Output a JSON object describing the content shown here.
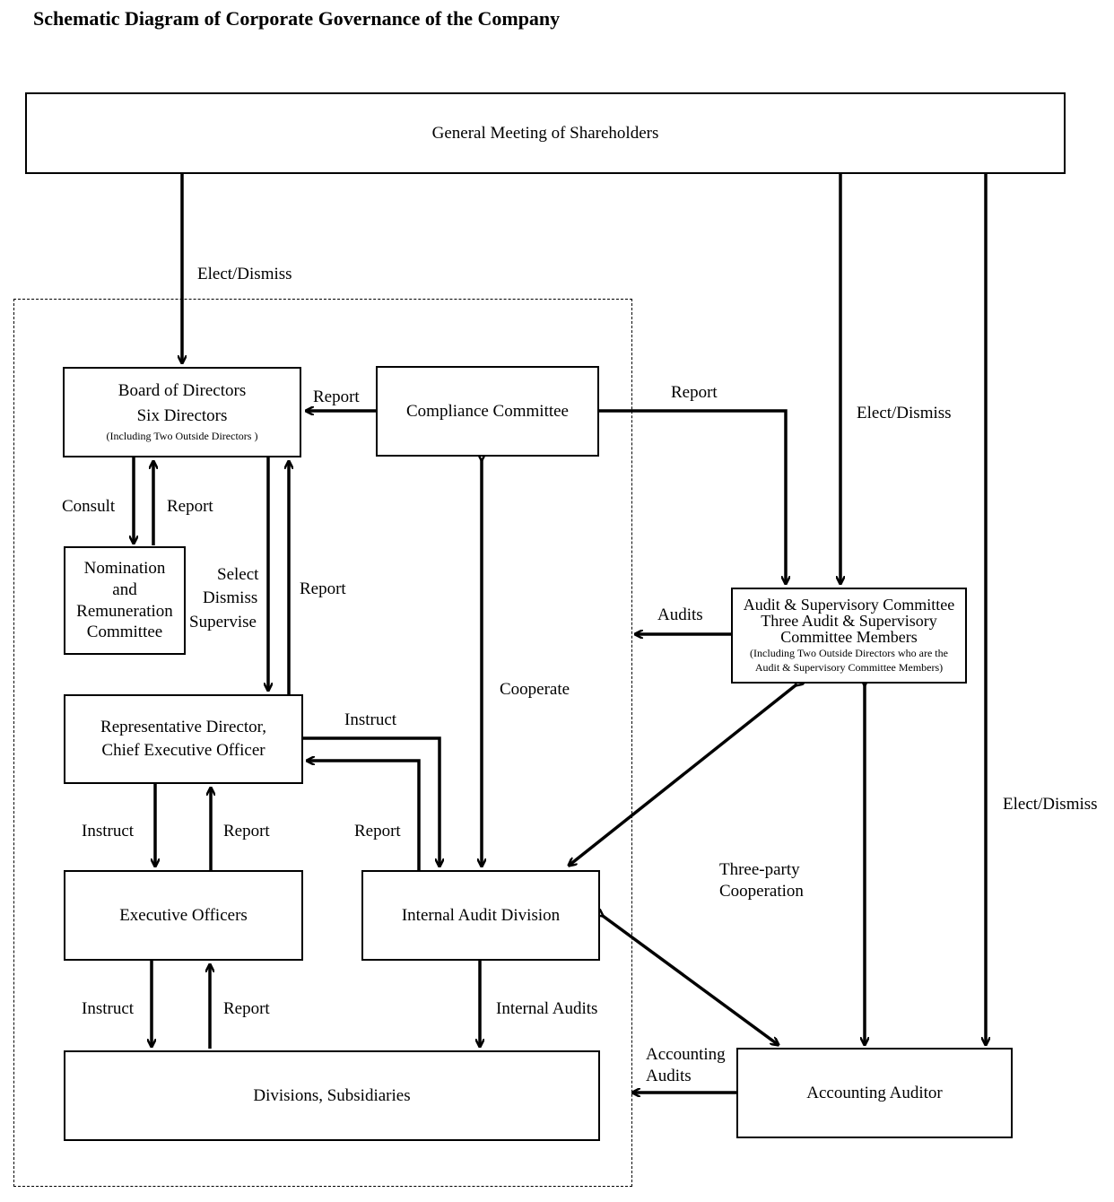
{
  "title": "Schematic Diagram of Corporate Governance of the Company",
  "boxes": {
    "shareholders": "General Meeting of Shareholders",
    "board": {
      "line1": "Board of Directors",
      "line2": "Six Directors",
      "note": "(Including Two Outside Directors )"
    },
    "compliance": "Compliance Committee",
    "nomination": {
      "line1": "Nomination",
      "line2": "and",
      "line3": "Remuneration",
      "line4": "Committee"
    },
    "representative": {
      "line1": "Representative Director,",
      "line2": "Chief Executive Officer"
    },
    "executives": "Executive Officers",
    "internal_audit": "Internal Audit Division",
    "divisions": "Divisions, Subsidiaries",
    "audit_committee": {
      "line1": "Audit & Supervisory Committee",
      "line2": "Three Audit & Supervisory",
      "line3": "Committee Members",
      "note1": "(Including Two Outside Directors who are the",
      "note2": "Audit & Supervisory Committee Members)"
    },
    "accounting_auditor": "Accounting Auditor"
  },
  "labels": {
    "elect_dismiss_board": "Elect/Dismiss",
    "elect_dismiss_audit": "Elect/Dismiss",
    "elect_dismiss_accounting": "Elect/Dismiss",
    "report_compliance_board": "Report",
    "report_compliance_audit": "Report",
    "consult": "Consult",
    "report_nomination": "Report",
    "select": "Select",
    "dismiss": "Dismiss",
    "supervise": "Supervise",
    "report_rep_board": "Report",
    "audits": "Audits",
    "cooperate": "Cooperate",
    "instruct_internal": "Instruct",
    "report_internal": "Report",
    "instruct_exec": "Instruct",
    "report_exec": "Report",
    "three_party_1": "Three-party",
    "three_party_2": "Cooperation",
    "instruct_div": "Instruct",
    "report_div": "Report",
    "internal_audits": "Internal Audits",
    "accounting_audits_1": "Accounting",
    "accounting_audits_2": "Audits"
  }
}
